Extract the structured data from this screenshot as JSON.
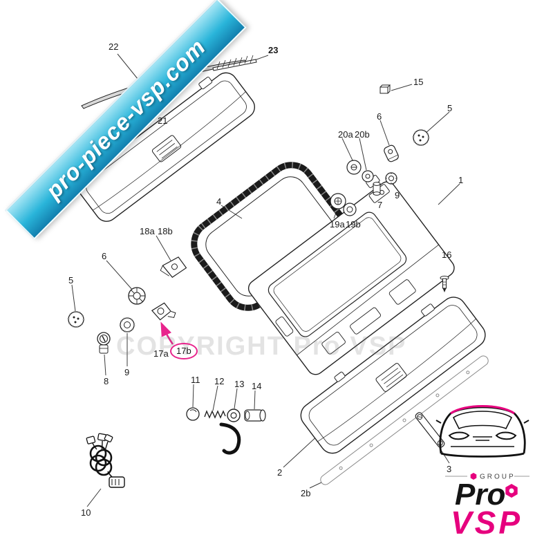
{
  "banner": {
    "text": "pro-piece-vsp.com",
    "color": "#2ab5da"
  },
  "watermark": {
    "text": "COPYRIGHT Pro VSP"
  },
  "highlight": {
    "target_label": "17b",
    "color": "#e8248c"
  },
  "logo": {
    "pro": "Pro",
    "vsp": "VSP",
    "group": "GROUP",
    "accent": "#e6007e"
  },
  "callouts": {
    "c22": "22",
    "c23": "23",
    "c21": "21",
    "c15": "15",
    "c5r": "5",
    "c6r": "6",
    "c20a": "20a",
    "c20b": "20b",
    "c4": "4",
    "c1": "1",
    "c19a": "19a",
    "c19b": "19b",
    "c7": "7",
    "c9r": "9",
    "c16": "16",
    "c18a": "18a",
    "c18b": "18b",
    "c6l": "6",
    "c5l": "5",
    "c17a": "17a",
    "c17b": "17b",
    "c8": "8",
    "c9l": "9",
    "c11": "11",
    "c12": "12",
    "c13": "13",
    "c14": "14",
    "c2": "2",
    "c2b": "2b",
    "c3": "3",
    "c10": "10"
  }
}
